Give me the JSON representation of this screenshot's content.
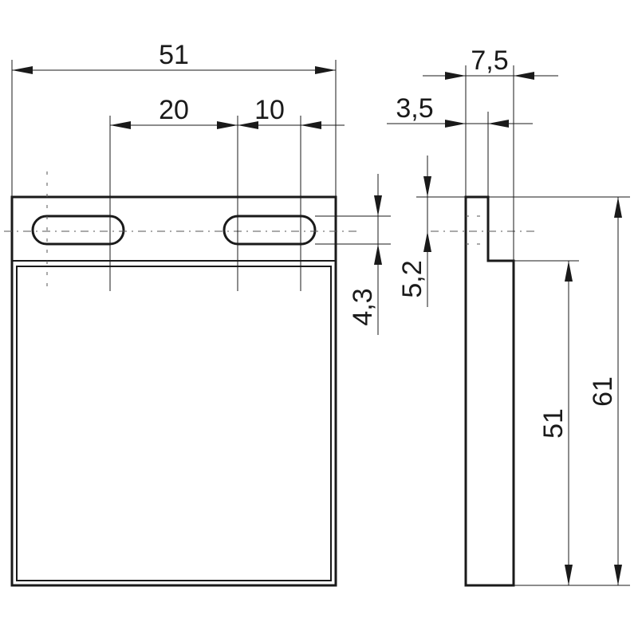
{
  "dimensions": {
    "overall_width": "51",
    "slot_spacing": "20",
    "slot_length": "10",
    "side_total_thickness": "7,5",
    "side_plate_thickness": "3,5",
    "slot_height": "4,3",
    "slot_offset": "5,2",
    "body_height": "51",
    "total_height": "61"
  }
}
